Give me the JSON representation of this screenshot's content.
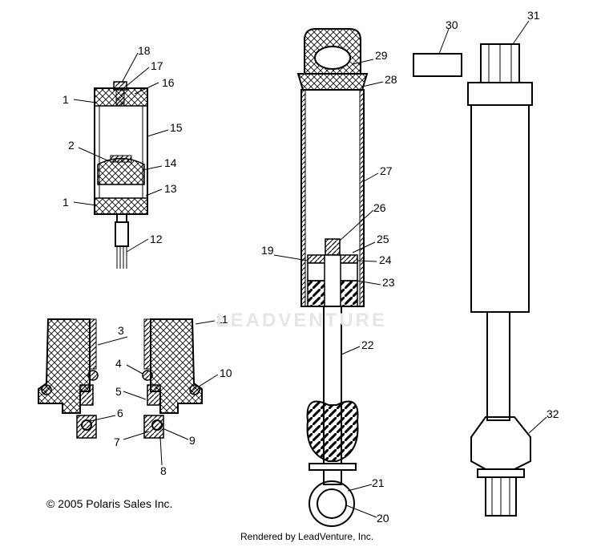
{
  "diagram": {
    "copyright": "© 2005 Polaris Sales Inc.",
    "rendered_by": "Rendered by LeadVenture, Inc.",
    "watermark": "LEADVENTURE",
    "callouts": {
      "c1a": "1",
      "c1b": "1",
      "c2": "2",
      "c3": "3",
      "c4": "4",
      "c5": "5",
      "c6": "6",
      "c7": "7",
      "c8": "8",
      "c9": "9",
      "c10": "10",
      "c11": "11",
      "c12": "12",
      "c13": "13",
      "c14": "14",
      "c15": "15",
      "c16": "16",
      "c17": "17",
      "c18": "18",
      "c19": "19",
      "c20": "20",
      "c21": "21",
      "c22": "22",
      "c23": "23",
      "c24": "24",
      "c25": "25",
      "c26": "26",
      "c27": "27",
      "c28": "28",
      "c29": "29",
      "c30": "30",
      "c31": "31",
      "c32": "32"
    }
  }
}
